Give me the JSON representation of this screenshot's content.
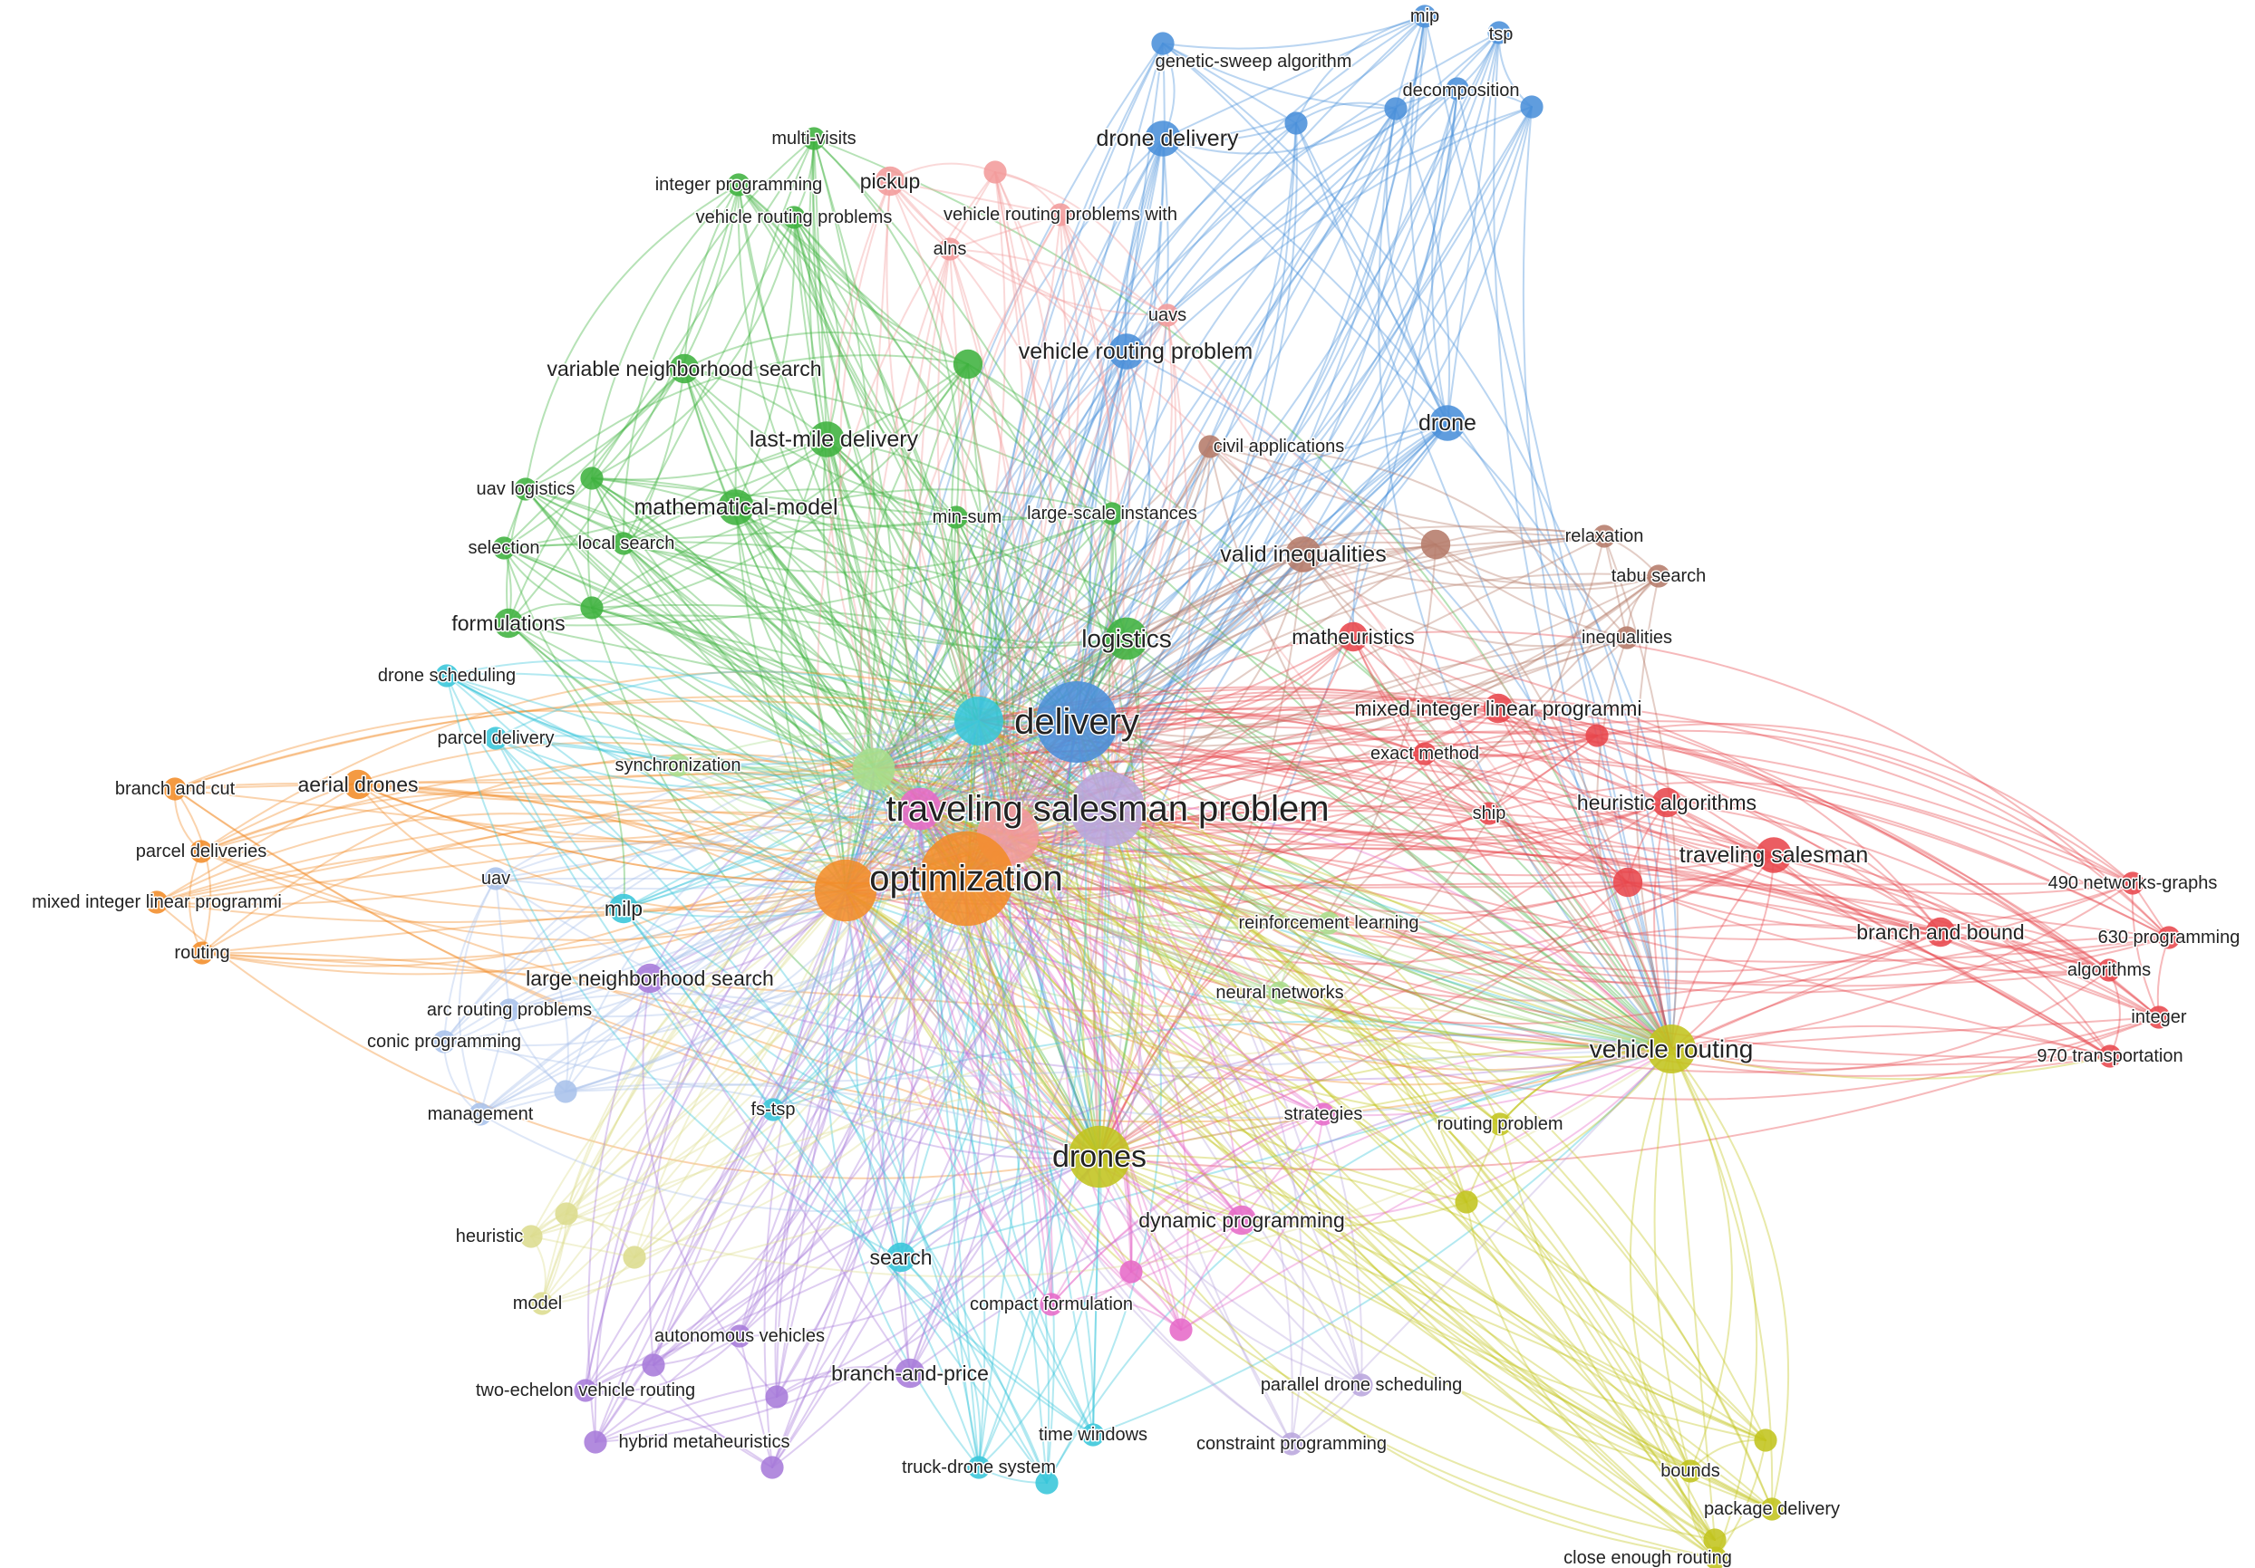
{
  "clusters": {
    "blue": {
      "color": "#4a90d9"
    },
    "green": {
      "color": "#3fb23f"
    },
    "pink": {
      "color": "#f29b9b"
    },
    "brown": {
      "color": "#b57b6a"
    },
    "red": {
      "color": "#e8474c"
    },
    "orange": {
      "color": "#f28c28"
    },
    "cyan": {
      "color": "#38c6da"
    },
    "lavender": {
      "color": "#b9a6dd"
    },
    "magenta": {
      "color": "#e66ac8"
    },
    "purple": {
      "color": "#a77bd9"
    },
    "yellow": {
      "color": "#c2c41e"
    },
    "paleyellow": {
      "color": "#dcdc8e"
    },
    "palegreen": {
      "color": "#a9de8c"
    },
    "paleblue": {
      "color": "#a9c1ea"
    }
  },
  "nodes": [
    {
      "id": "mip",
      "label": "mip",
      "cluster": "blue",
      "weight": 1
    },
    {
      "id": "tsp",
      "label": "tsp",
      "cluster": "blue",
      "weight": 1
    },
    {
      "id": "genetic-sweep",
      "label": "genetic-sweep algorithm",
      "cluster": "blue",
      "weight": 1
    },
    {
      "id": "decomposition",
      "label": "decomposition",
      "cluster": "blue",
      "weight": 1
    },
    {
      "id": "drone-delivery",
      "label": "drone delivery",
      "cluster": "blue",
      "weight": 3
    },
    {
      "id": "vrp",
      "label": "vehicle routing problem",
      "cluster": "blue",
      "weight": 3
    },
    {
      "id": "drone",
      "label": "drone",
      "cluster": "blue",
      "weight": 3
    },
    {
      "id": "delivery",
      "label": "delivery",
      "cluster": "blue",
      "weight": 10
    },
    {
      "id": "blue-a",
      "label": "",
      "cluster": "blue",
      "weight": 1
    },
    {
      "id": "blue-b",
      "label": "",
      "cluster": "blue",
      "weight": 1
    },
    {
      "id": "blue-c",
      "label": "",
      "cluster": "blue",
      "weight": 1
    },
    {
      "id": "multi-visits",
      "label": "multi-visits",
      "cluster": "green",
      "weight": 1
    },
    {
      "id": "integer-programming",
      "label": "integer programming",
      "cluster": "green",
      "weight": 1
    },
    {
      "id": "vrps",
      "label": "vehicle routing problems",
      "cluster": "green",
      "weight": 1
    },
    {
      "id": "vns",
      "label": "variable neighborhood search",
      "cluster": "green",
      "weight": 2
    },
    {
      "id": "last-mile",
      "label": "last-mile delivery",
      "cluster": "green",
      "weight": 3
    },
    {
      "id": "uav-logistics",
      "label": "uav logistics",
      "cluster": "green",
      "weight": 1
    },
    {
      "id": "math-model",
      "label": "mathematical-model",
      "cluster": "green",
      "weight": 3
    },
    {
      "id": "selection",
      "label": "selection",
      "cluster": "green",
      "weight": 1
    },
    {
      "id": "local-search",
      "label": "local search",
      "cluster": "green",
      "weight": 1
    },
    {
      "id": "formulations",
      "label": "formulations",
      "cluster": "green",
      "weight": 2
    },
    {
      "id": "min-sum",
      "label": "min-sum",
      "cluster": "green",
      "weight": 1
    },
    {
      "id": "large-scale",
      "label": "large-scale instances",
      "cluster": "green",
      "weight": 1
    },
    {
      "id": "logistics",
      "label": "logistics",
      "cluster": "green",
      "weight": 4
    },
    {
      "id": "green-a",
      "label": "",
      "cluster": "green",
      "weight": 2
    },
    {
      "id": "green-b",
      "label": "",
      "cluster": "green",
      "weight": 1
    },
    {
      "id": "green-c",
      "label": "",
      "cluster": "green",
      "weight": 1
    },
    {
      "id": "pickup",
      "label": "pickup",
      "cluster": "pink",
      "weight": 2
    },
    {
      "id": "vrp-with",
      "label": "vehicle routing problems with",
      "cluster": "pink",
      "weight": 1
    },
    {
      "id": "alns",
      "label": "alns",
      "cluster": "pink",
      "weight": 1
    },
    {
      "id": "uavs",
      "label": "uavs",
      "cluster": "pink",
      "weight": 1
    },
    {
      "id": "pink-a",
      "label": "",
      "cluster": "pink",
      "weight": 1
    },
    {
      "id": "pink-big",
      "label": "",
      "cluster": "pink",
      "weight": 7
    },
    {
      "id": "civil-apps",
      "label": "civil applications",
      "cluster": "brown",
      "weight": 1
    },
    {
      "id": "valid-ineq",
      "label": "valid inequalities",
      "cluster": "brown",
      "weight": 3
    },
    {
      "id": "relaxation",
      "label": "relaxation",
      "cluster": "brown",
      "weight": 1
    },
    {
      "id": "tabu",
      "label": "tabu search",
      "cluster": "brown",
      "weight": 1
    },
    {
      "id": "inequalities",
      "label": "inequalities",
      "cluster": "brown",
      "weight": 1
    },
    {
      "id": "brown-a",
      "label": "",
      "cluster": "brown",
      "weight": 2
    },
    {
      "id": "matheuristics",
      "label": "matheuristics",
      "cluster": "red",
      "weight": 2
    },
    {
      "id": "milp-red",
      "label": "mixed integer linear programmi",
      "cluster": "red",
      "weight": 2
    },
    {
      "id": "exact-method",
      "label": "exact method",
      "cluster": "red",
      "weight": 1
    },
    {
      "id": "heuristic-alg",
      "label": "heuristic algorithms",
      "cluster": "red",
      "weight": 2
    },
    {
      "id": "ship",
      "label": "ship",
      "cluster": "red",
      "weight": 1
    },
    {
      "id": "traveling-salesman",
      "label": "traveling salesman",
      "cluster": "red",
      "weight": 3
    },
    {
      "id": "490",
      "label": "490 networks-graphs",
      "cluster": "red",
      "weight": 1
    },
    {
      "id": "branch-bound",
      "label": "branch and bound",
      "cluster": "red",
      "weight": 2
    },
    {
      "id": "630",
      "label": "630 programming",
      "cluster": "red",
      "weight": 1
    },
    {
      "id": "algorithms",
      "label": "algorithms",
      "cluster": "red",
      "weight": 1
    },
    {
      "id": "integer",
      "label": "integer",
      "cluster": "red",
      "weight": 1
    },
    {
      "id": "970",
      "label": "970 transportation",
      "cluster": "red",
      "weight": 1
    },
    {
      "id": "red-a",
      "label": "",
      "cluster": "red",
      "weight": 1
    },
    {
      "id": "red-b",
      "label": "",
      "cluster": "red",
      "weight": 2
    },
    {
      "id": "branch-cut",
      "label": "branch and cut",
      "cluster": "orange",
      "weight": 1
    },
    {
      "id": "aerial-drones",
      "label": "aerial drones",
      "cluster": "orange",
      "weight": 2
    },
    {
      "id": "parcel-deliveries",
      "label": "parcel deliveries",
      "cluster": "orange",
      "weight": 1
    },
    {
      "id": "milp-orange",
      "label": "mixed integer linear programmi",
      "cluster": "orange",
      "weight": 1
    },
    {
      "id": "routing",
      "label": "routing",
      "cluster": "orange",
      "weight": 1
    },
    {
      "id": "optimization",
      "label": "optimization",
      "cluster": "orange",
      "weight": 12
    },
    {
      "id": "orange-b",
      "label": "",
      "cluster": "orange",
      "weight": 7
    },
    {
      "id": "drone-scheduling",
      "label": "drone scheduling",
      "cluster": "cyan",
      "weight": 1
    },
    {
      "id": "parcel-delivery",
      "label": "parcel delivery",
      "cluster": "cyan",
      "weight": 1
    },
    {
      "id": "milp",
      "label": "milp",
      "cluster": "cyan",
      "weight": 2
    },
    {
      "id": "fs-tsp",
      "label": "fs-tsp",
      "cluster": "cyan",
      "weight": 1
    },
    {
      "id": "search",
      "label": "search",
      "cluster": "cyan",
      "weight": 2
    },
    {
      "id": "time-windows",
      "label": "time windows",
      "cluster": "cyan",
      "weight": 1
    },
    {
      "id": "truck-drone",
      "label": "truck-drone system",
      "cluster": "cyan",
      "weight": 1
    },
    {
      "id": "cyan-big",
      "label": "",
      "cluster": "cyan",
      "weight": 5
    },
    {
      "id": "cyan-a",
      "label": "",
      "cluster": "cyan",
      "weight": 1
    },
    {
      "id": "tsp-problem",
      "label": "traveling salesman problem",
      "cluster": "lavender",
      "weight": 9
    },
    {
      "id": "parallel-drone",
      "label": "parallel drone scheduling",
      "cluster": "lavender",
      "weight": 1
    },
    {
      "id": "constraint-prog",
      "label": "constraint programming",
      "cluster": "lavender",
      "weight": 1
    },
    {
      "id": "magenta-big",
      "label": "",
      "cluster": "magenta",
      "weight": 4
    },
    {
      "id": "strategies",
      "label": "strategies",
      "cluster": "magenta",
      "weight": 1
    },
    {
      "id": "dynamic-prog",
      "label": "dynamic programming",
      "cluster": "magenta",
      "weight": 2
    },
    {
      "id": "compact-form",
      "label": "compact formulation",
      "cluster": "magenta",
      "weight": 1
    },
    {
      "id": "magenta-a",
      "label": "",
      "cluster": "magenta",
      "weight": 1
    },
    {
      "id": "magenta-b",
      "label": "",
      "cluster": "magenta",
      "weight": 1
    },
    {
      "id": "lns",
      "label": "large neighborhood search",
      "cluster": "purple",
      "weight": 2
    },
    {
      "id": "autonomous",
      "label": "autonomous vehicles",
      "cluster": "purple",
      "weight": 1
    },
    {
      "id": "branch-price",
      "label": "branch-and-price",
      "cluster": "purple",
      "weight": 2
    },
    {
      "id": "two-echelon",
      "label": "two-echelon vehicle routing",
      "cluster": "purple",
      "weight": 1
    },
    {
      "id": "hybrid-meta",
      "label": "hybrid metaheuristics",
      "cluster": "purple",
      "weight": 1
    },
    {
      "id": "purple-a",
      "label": "",
      "cluster": "purple",
      "weight": 1
    },
    {
      "id": "purple-b",
      "label": "",
      "cluster": "purple",
      "weight": 1
    },
    {
      "id": "purple-c",
      "label": "",
      "cluster": "purple",
      "weight": 1
    },
    {
      "id": "vehicle-routing",
      "label": "vehicle routing",
      "cluster": "yellow",
      "weight": 5
    },
    {
      "id": "drones",
      "label": "drones",
      "cluster": "yellow",
      "weight": 7
    },
    {
      "id": "routing-problem",
      "label": "routing problem",
      "cluster": "yellow",
      "weight": 1
    },
    {
      "id": "bounds",
      "label": "bounds",
      "cluster": "yellow",
      "weight": 1
    },
    {
      "id": "package-delivery",
      "label": "package delivery",
      "cluster": "yellow",
      "weight": 1
    },
    {
      "id": "close-enough",
      "label": "close enough routing",
      "cluster": "yellow",
      "weight": 1
    },
    {
      "id": "yellow-a",
      "label": "",
      "cluster": "yellow",
      "weight": 1
    },
    {
      "id": "yellow-b",
      "label": "",
      "cluster": "yellow",
      "weight": 1
    },
    {
      "id": "yellow-c",
      "label": "",
      "cluster": "yellow",
      "weight": 1
    },
    {
      "id": "heuristic",
      "label": "heuristic",
      "cluster": "paleyellow",
      "weight": 1
    },
    {
      "id": "model",
      "label": "model",
      "cluster": "paleyellow",
      "weight": 1
    },
    {
      "id": "paleyellow-a",
      "label": "",
      "cluster": "paleyellow",
      "weight": 1
    },
    {
      "id": "paleyellow-b",
      "label": "",
      "cluster": "paleyellow",
      "weight": 1
    },
    {
      "id": "synchronization",
      "label": "synchronization",
      "cluster": "palegreen",
      "weight": 1
    },
    {
      "id": "reinforcement",
      "label": "reinforcement learning",
      "cluster": "palegreen",
      "weight": 1
    },
    {
      "id": "neural-networks",
      "label": "neural networks",
      "cluster": "palegreen",
      "weight": 1
    },
    {
      "id": "palegreen-big",
      "label": "",
      "cluster": "palegreen",
      "weight": 4
    },
    {
      "id": "uav",
      "label": "uav",
      "cluster": "paleblue",
      "weight": 1
    },
    {
      "id": "arc-routing",
      "label": "arc routing problems",
      "cluster": "paleblue",
      "weight": 1
    },
    {
      "id": "conic",
      "label": "conic programming",
      "cluster": "paleblue",
      "weight": 1
    },
    {
      "id": "management",
      "label": "management",
      "cluster": "paleblue",
      "weight": 1
    },
    {
      "id": "paleblue-a",
      "label": "",
      "cluster": "paleblue",
      "weight": 1
    }
  ]
}
